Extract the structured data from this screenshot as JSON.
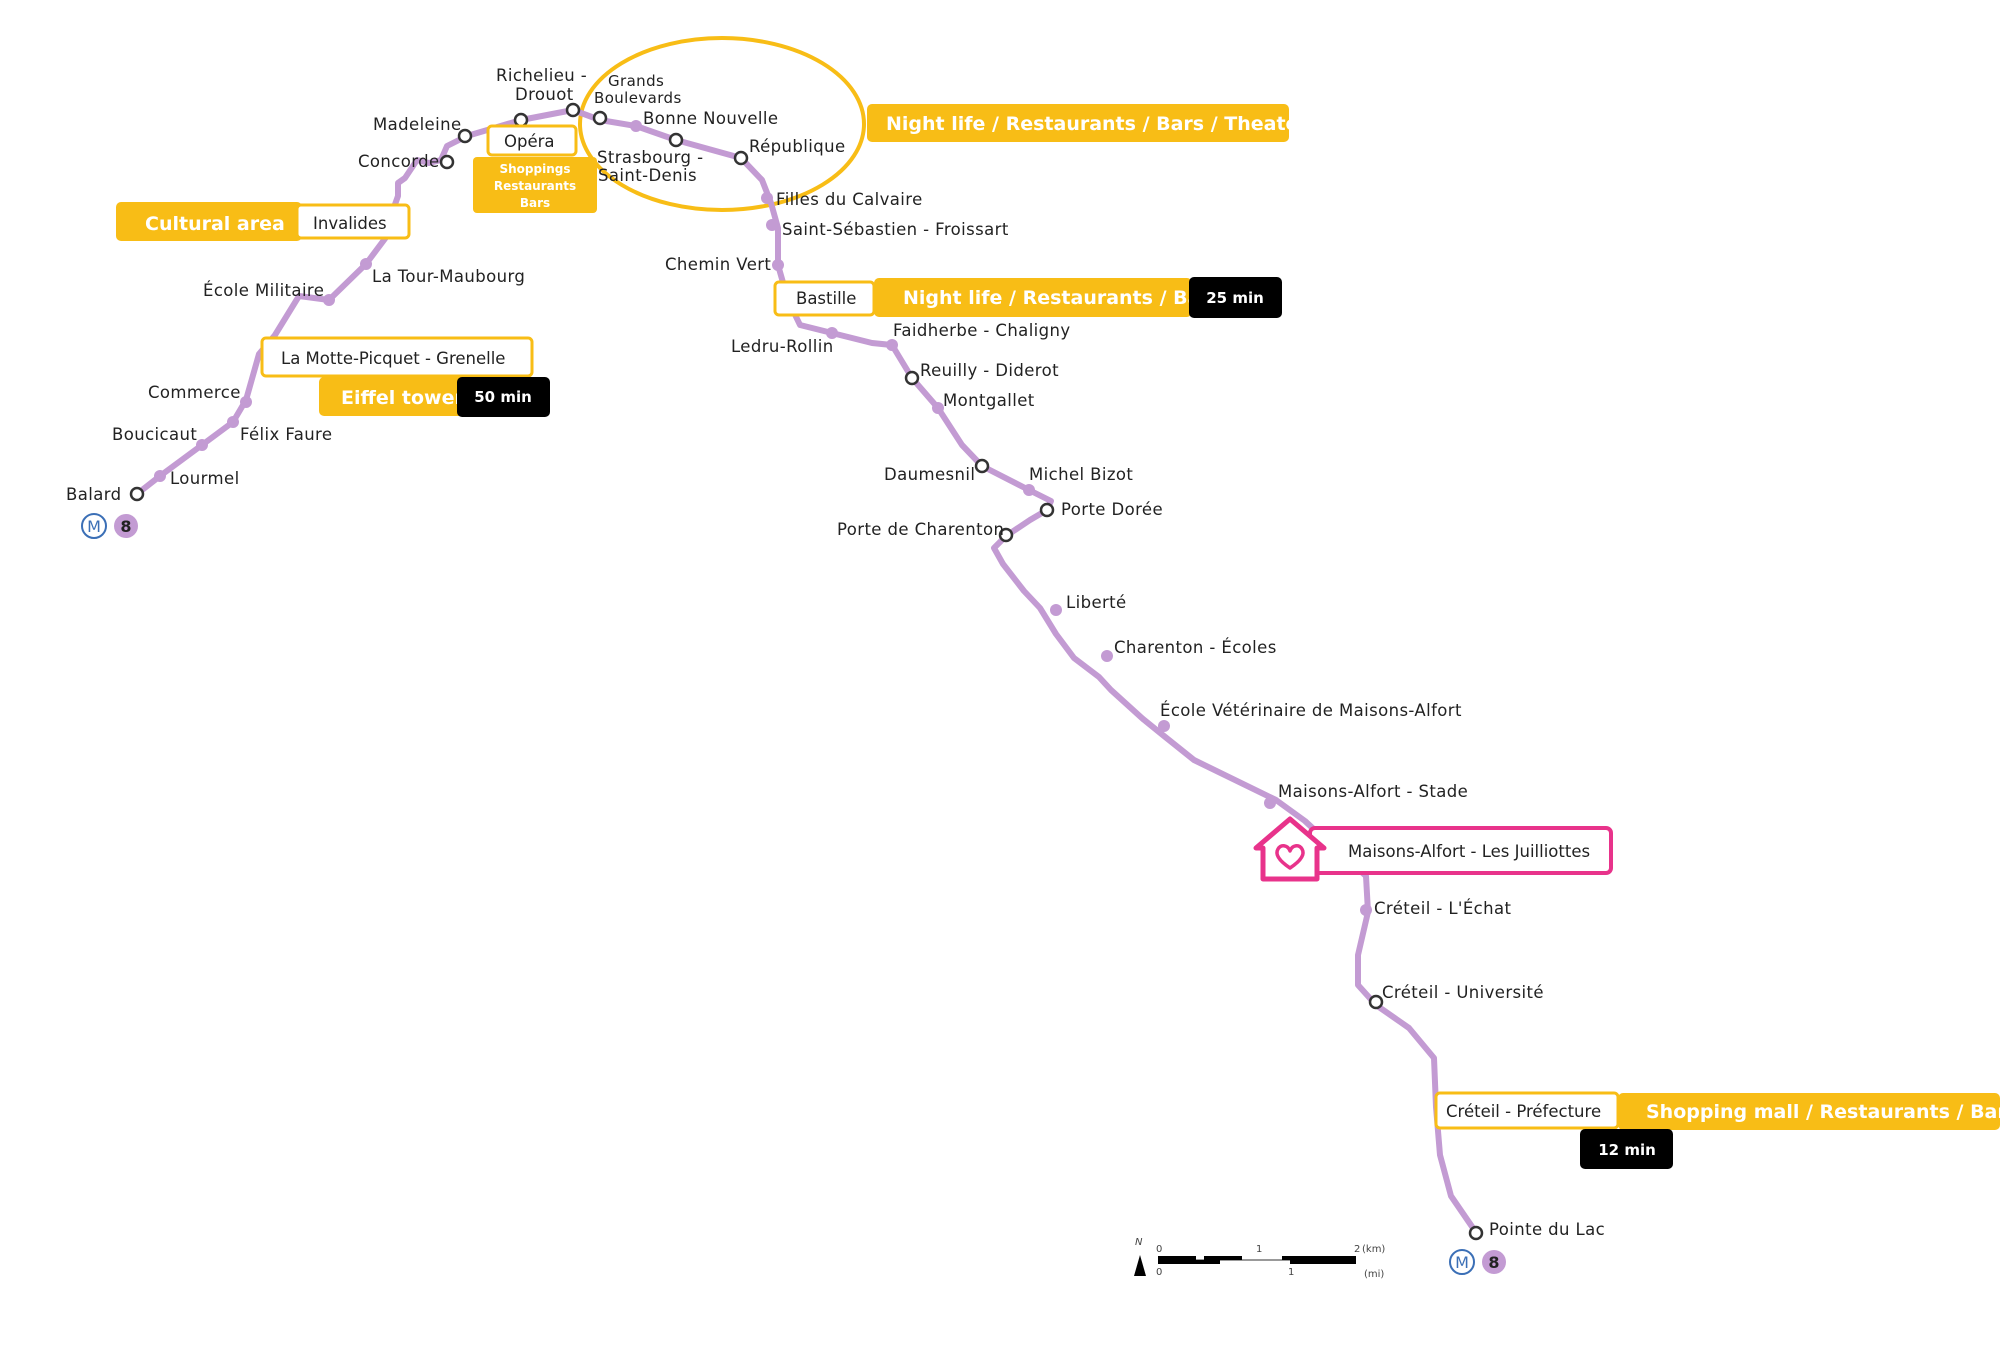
{
  "line": {
    "number": "8",
    "metro_symbol": "M",
    "line_color": "#c39bd3",
    "station_outline": "#333333"
  },
  "stations": {
    "balard": "Balard",
    "lourmel": "Lourmel",
    "boucicaut": "Boucicaut",
    "felix_faure": "Félix Faure",
    "commerce": "Commerce",
    "la_motte": "La Motte-Picquet - Grenelle",
    "ecole_militaire": "École Militaire",
    "la_tour_maubourg": "La Tour-Maubourg",
    "invalides": "Invalides",
    "concorde": "Concorde",
    "madeleine": "Madeleine",
    "opera": "Opéra",
    "richelieu_1": "Richelieu -",
    "richelieu_2": "Drouot",
    "grands_1": "Grands",
    "grands_2": "Boulevards",
    "bonne_nouvelle": "Bonne Nouvelle",
    "strasbourg_1": "Strasbourg -",
    "strasbourg_2": "Saint-Denis",
    "republique": "République",
    "filles_du_calvaire": "Filles du Calvaire",
    "saint_sebastien": "Saint-Sébastien - Froissart",
    "chemin_vert": "Chemin Vert",
    "bastille": "Bastille",
    "ledru_rollin": "Ledru-Rollin",
    "faidherbe": "Faidherbe - Chaligny",
    "reuilly": "Reuilly - Diderot",
    "montgallet": "Montgallet",
    "daumesnil": "Daumesnil",
    "michel_bizot": "Michel Bizot",
    "porte_doree": "Porte Dorée",
    "porte_de_charenton": "Porte de Charenton",
    "liberte": "Liberté",
    "charenton_ecoles": "Charenton - Écoles",
    "ecole_veterinaire": "École Vétérinaire de Maisons-Alfort",
    "maisons_alfort_stade": "Maisons-Alfort - Stade",
    "maisons_alfort_juilliottes": "Maisons-Alfort - Les Juilliottes",
    "creteil_echat": "Créteil - L'Échat",
    "creteil_universite": "Créteil - Université",
    "creteil_prefecture": "Créteil - Préfecture",
    "pointe_du_lac": "Pointe du Lac"
  },
  "annotations": {
    "cultural_area": "Cultural area",
    "eiffel_tower": "Eiffel tower",
    "eiffel_time": "50 min",
    "opera_1": "Shoppings",
    "opera_2": "Restaurants",
    "opera_3": "Bars",
    "grands_boulevards_area": "Night life / Restaurants / Bars / Theaters",
    "bastille_area": "Night life / Restaurants / Bars",
    "bastille_time": "25 min",
    "creteil_area": "Shopping mall / Restaurants / Bars",
    "creteil_time": "12 min"
  },
  "colors": {
    "highlight": "#f8bd16",
    "home": "#e8338b",
    "time_badge": "#000000"
  },
  "scale": {
    "north": "N",
    "km_0": "0",
    "km_1": "1",
    "km_2": "2",
    "km_unit": "(km)",
    "mi_0": "0",
    "mi_1": "1",
    "mi_unit": "(mi)"
  },
  "icons": {
    "home": "home-heart-icon",
    "north": "north-arrow-icon",
    "metro": "metro-logo-icon"
  }
}
